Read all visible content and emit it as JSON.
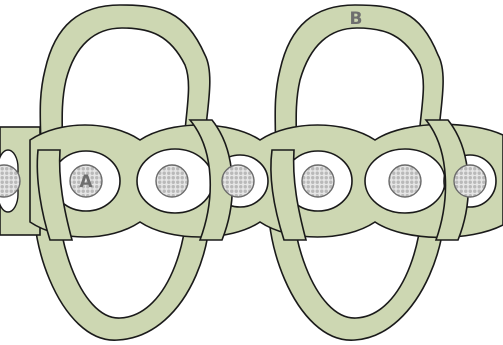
{
  "labels": {
    "a": "A",
    "b": "B"
  },
  "colors": {
    "strand_fill": "#cdd7b2",
    "strand_shade": "#b2c08f",
    "strand_outline": "#1a1a1a",
    "wire_fill": "#c9c9c9",
    "wire_outline": "#6a6a6a",
    "background": "#ffffff"
  },
  "wire_count": 7
}
